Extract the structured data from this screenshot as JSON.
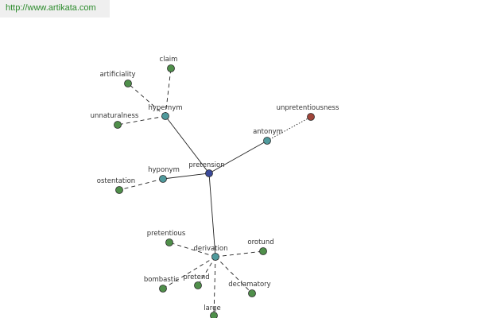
{
  "banner": {
    "url": "http://www.artikata.com"
  },
  "colors": {
    "center": "#3a4a9a",
    "relation": "#4f9a9c",
    "word": "#4f8f4a",
    "antonym_word": "#a0453a"
  },
  "graph": {
    "center": {
      "label": "pretension"
    },
    "relations": [
      {
        "label": "hypernym",
        "words": [
          "claim",
          "artificiality",
          "unnaturalness"
        ]
      },
      {
        "label": "antonym",
        "words": [
          "unpretentiousness"
        ]
      },
      {
        "label": "hyponym",
        "words": [
          "ostentation"
        ]
      },
      {
        "label": "derivation",
        "words": [
          "pretentious",
          "orotund",
          "bombastic",
          "pretend",
          "declamatory",
          "large"
        ]
      }
    ]
  }
}
